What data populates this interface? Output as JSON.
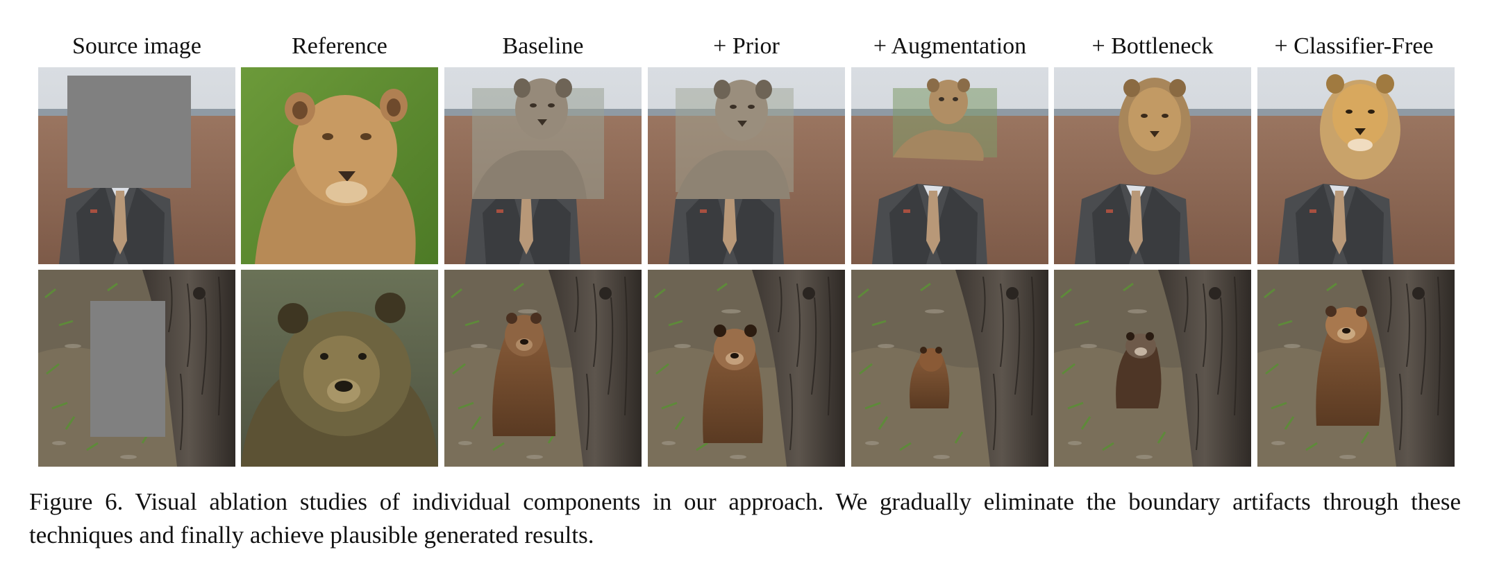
{
  "figure": {
    "column_labels": [
      "Source image",
      "Reference",
      "Baseline",
      "+ Prior",
      "+ Augmentation",
      "+ Bottleneck",
      "+ Classifier-Free"
    ],
    "caption_line1": "Figure 6.  Visual ablation studies of individual components in our approach.  We gradually eliminate the boundary artifacts through these",
    "caption_line2": "techniques and finally achieve plausible generated results."
  }
}
